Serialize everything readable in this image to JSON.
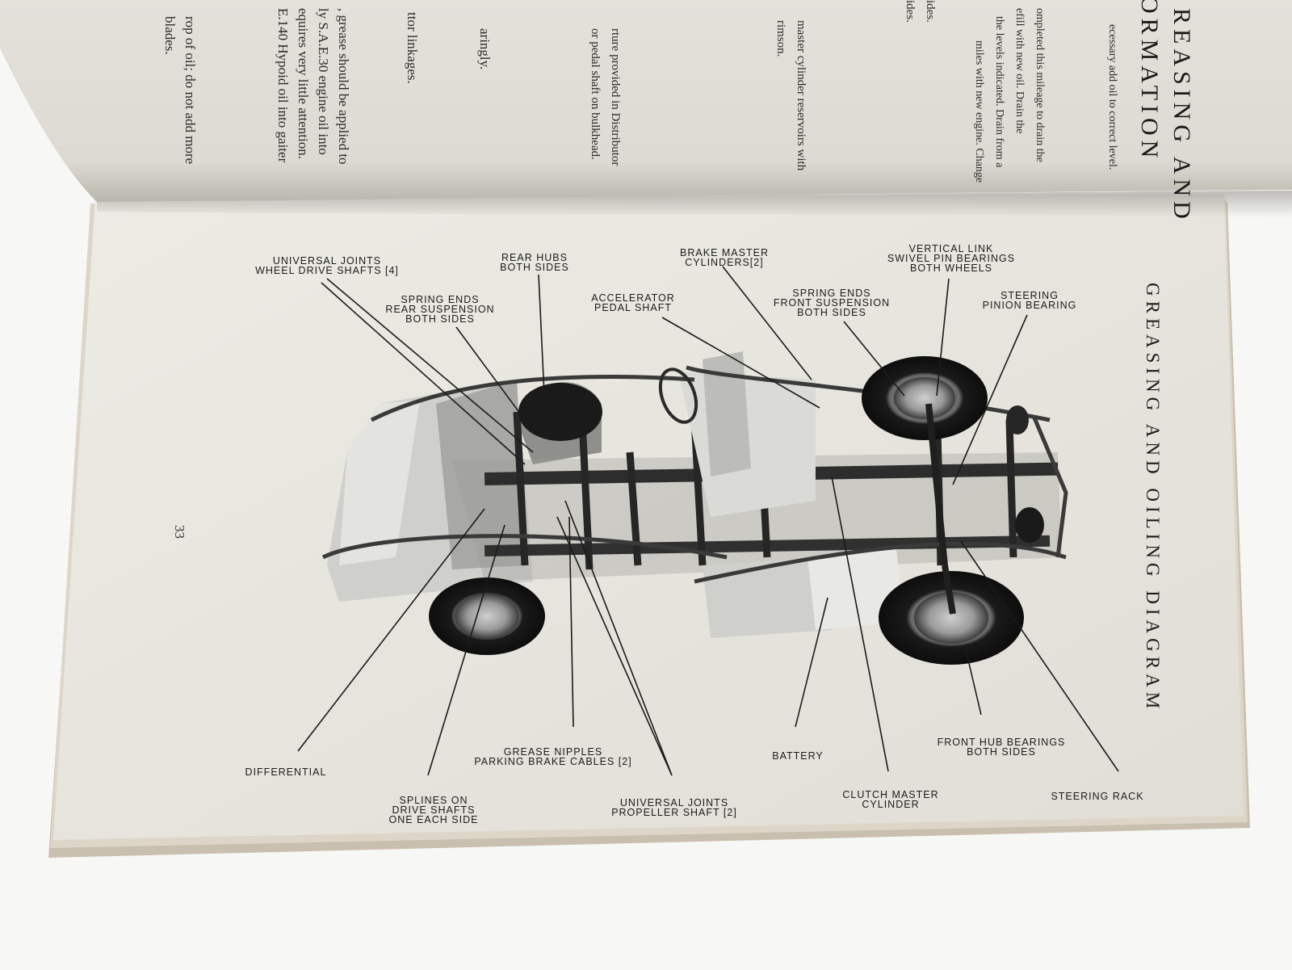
{
  "diagram": {
    "title": "GREASING AND OILING DIAGRAM",
    "page_number": "33",
    "labels": {
      "universal_joints_wheel_drive": [
        "UNIVERSAL JOINTS",
        "WHEEL DRIVE SHAFTS [4]"
      ],
      "rear_hubs": [
        "REAR HUBS",
        "BOTH SIDES"
      ],
      "brake_master_cylinders": [
        "BRAKE MASTER",
        "CYLINDERS[2]"
      ],
      "vertical_link": [
        "VERTICAL LINK",
        "SWIVEL PIN BEARINGS",
        "BOTH WHEELS"
      ],
      "spring_ends_rear": [
        "SPRING ENDS",
        "REAR SUSPENSION",
        "BOTH SIDES"
      ],
      "accelerator_pedal": [
        "ACCELERATOR",
        "PEDAL SHAFT"
      ],
      "spring_ends_front": [
        "SPRING ENDS",
        "FRONT SUSPENSION",
        "BOTH SIDES"
      ],
      "steering_pinion": [
        "STEERING",
        "PINION BEARING"
      ],
      "differential": [
        "DIFFERENTIAL"
      ],
      "grease_nipples": [
        "GREASE NIPPLES",
        "PARKING BRAKE CABLES [2]"
      ],
      "battery": [
        "BATTERY"
      ],
      "front_hub_bearings": [
        "FRONT HUB BEARINGS",
        "BOTH SIDES"
      ],
      "splines": [
        "SPLINES ON",
        "DRIVE SHAFTS",
        "ONE EACH SIDE"
      ],
      "universal_joints_propeller": [
        "UNIVERSAL JOINTS",
        "PROPELLER SHAFT [2]"
      ],
      "clutch_master": [
        "CLUTCH MASTER",
        "CYLINDER"
      ],
      "steering_rack": [
        "STEERING RACK"
      ]
    }
  },
  "facing_page": {
    "heading_lines": [
      "REASING AND",
      "ORMATION"
    ],
    "text_lines": [
      "blades.",
      "rop of oil; do not add more",
      "E.140 Hypoid oil into gaiter",
      "equires very little attention.",
      "ly S.A.E.30 engine oil into",
      ", grease should be applied to",
      "ttor linkages.",
      "aringly.",
      "or pedal shaft on bulkhead.",
      "rture provided in Distributor",
      "rimson.",
      "master cylinder reservoirs with",
      "ides.",
      "ides.",
      "miles with new engine. Change",
      "the levels indicated. Drain from a",
      "efill with new oil. Drain the",
      "ompleted this mileage to drain the",
      "ecessary add oil to correct level."
    ]
  }
}
